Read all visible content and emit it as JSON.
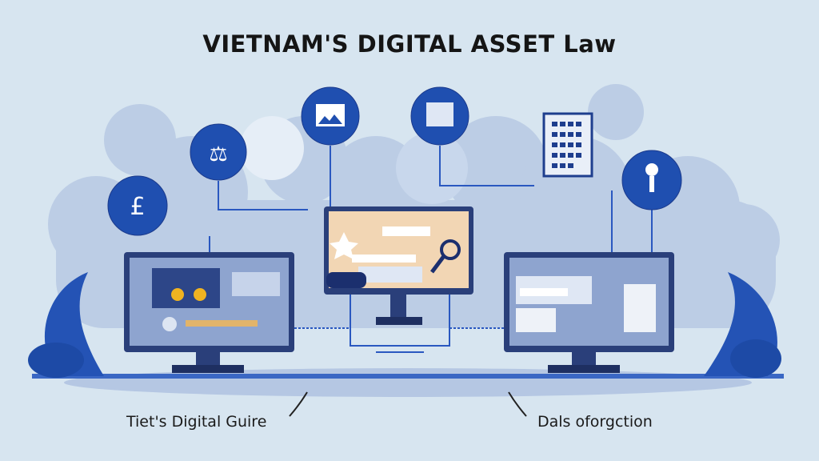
{
  "title": "VIETNAM'S DIGITAL ASSET Law",
  "captions": {
    "left": "Tiet's Digital Guire",
    "right": "Dals oforgction"
  },
  "colors": {
    "background": "#d7e5f0",
    "cloud": "#b9cbe4",
    "accent": "#1f4fb0",
    "dark": "#1b2f6e",
    "screen_warm": "#f2d6b4"
  }
}
